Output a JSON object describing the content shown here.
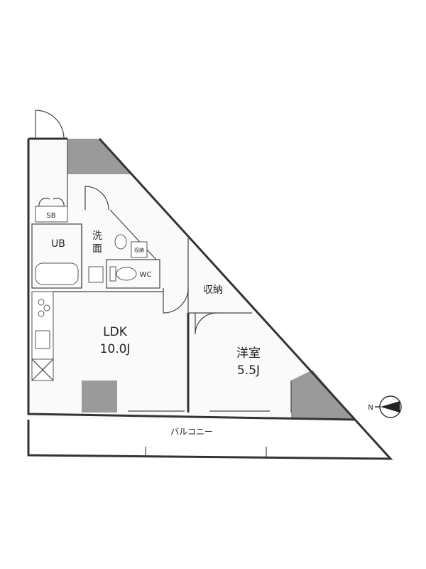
{
  "rooms": {
    "ldk_name": "LDK",
    "ldk_size": "10.0J",
    "bedroom_name": "洋室",
    "bedroom_size": "5.5J",
    "bath": "UB",
    "washroom_line1": "洗",
    "washroom_line2": "面",
    "toilet": "WC",
    "shoe_box": "SB",
    "closet": "収納",
    "small_storage": "収納",
    "balcony": "バルコニー"
  },
  "compass": {
    "label": "N"
  }
}
